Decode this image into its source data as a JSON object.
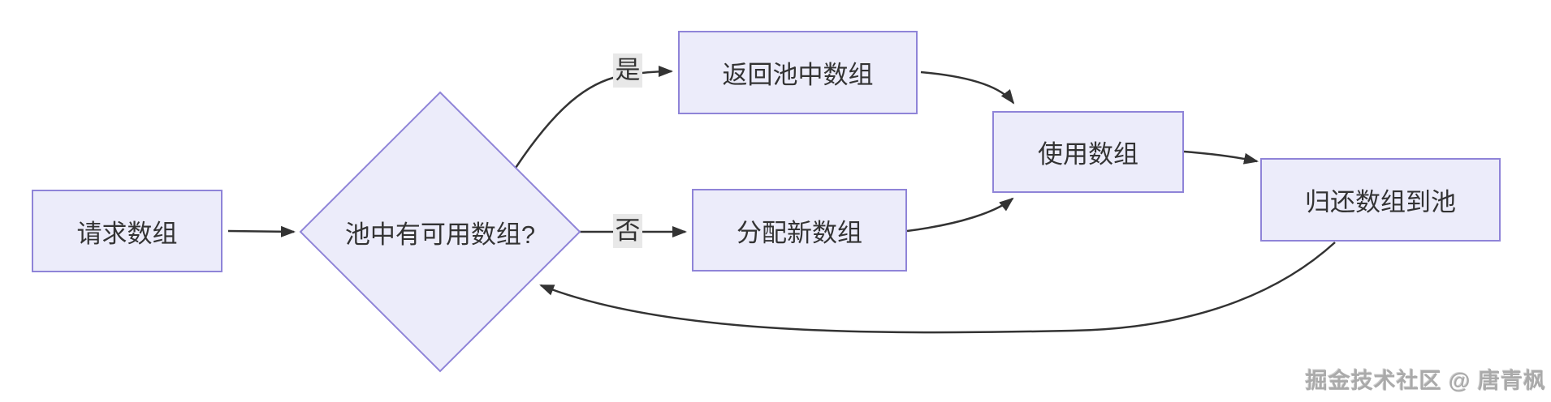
{
  "flowchart": {
    "nodes": {
      "request": {
        "label": "请求数组"
      },
      "decision": {
        "label": "池中有可用数组?"
      },
      "return_from_pool": {
        "label": "返回池中数组"
      },
      "allocate_new": {
        "label": "分配新数组"
      },
      "use_array": {
        "label": "使用数组"
      },
      "return_to_pool": {
        "label": "归还数组到池"
      }
    },
    "edges": {
      "yes_label": "是",
      "no_label": "否"
    },
    "watermark": "掘金技术社区 @ 唐青枫",
    "colors": {
      "background": "#ffffff",
      "node_fill": "#ececfa",
      "node_border": "#8f84d8",
      "arrow": "#333333",
      "edge_label_bg": "#e8e8e8",
      "text": "#333333",
      "watermark_text": "#aaaaaa"
    }
  }
}
